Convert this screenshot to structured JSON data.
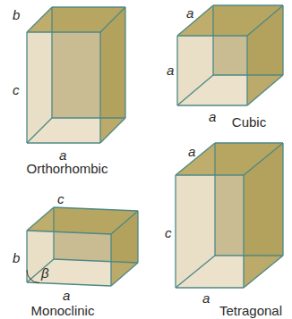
{
  "diagram": {
    "labels": [
      "b",
      "c",
      "a",
      "Orthorhombic",
      "a",
      "a",
      "a",
      "Cubic",
      "c",
      "b",
      "β",
      "a",
      "Monoclinic",
      "a",
      "c",
      "a",
      "Tetragonal"
    ]
  }
}
